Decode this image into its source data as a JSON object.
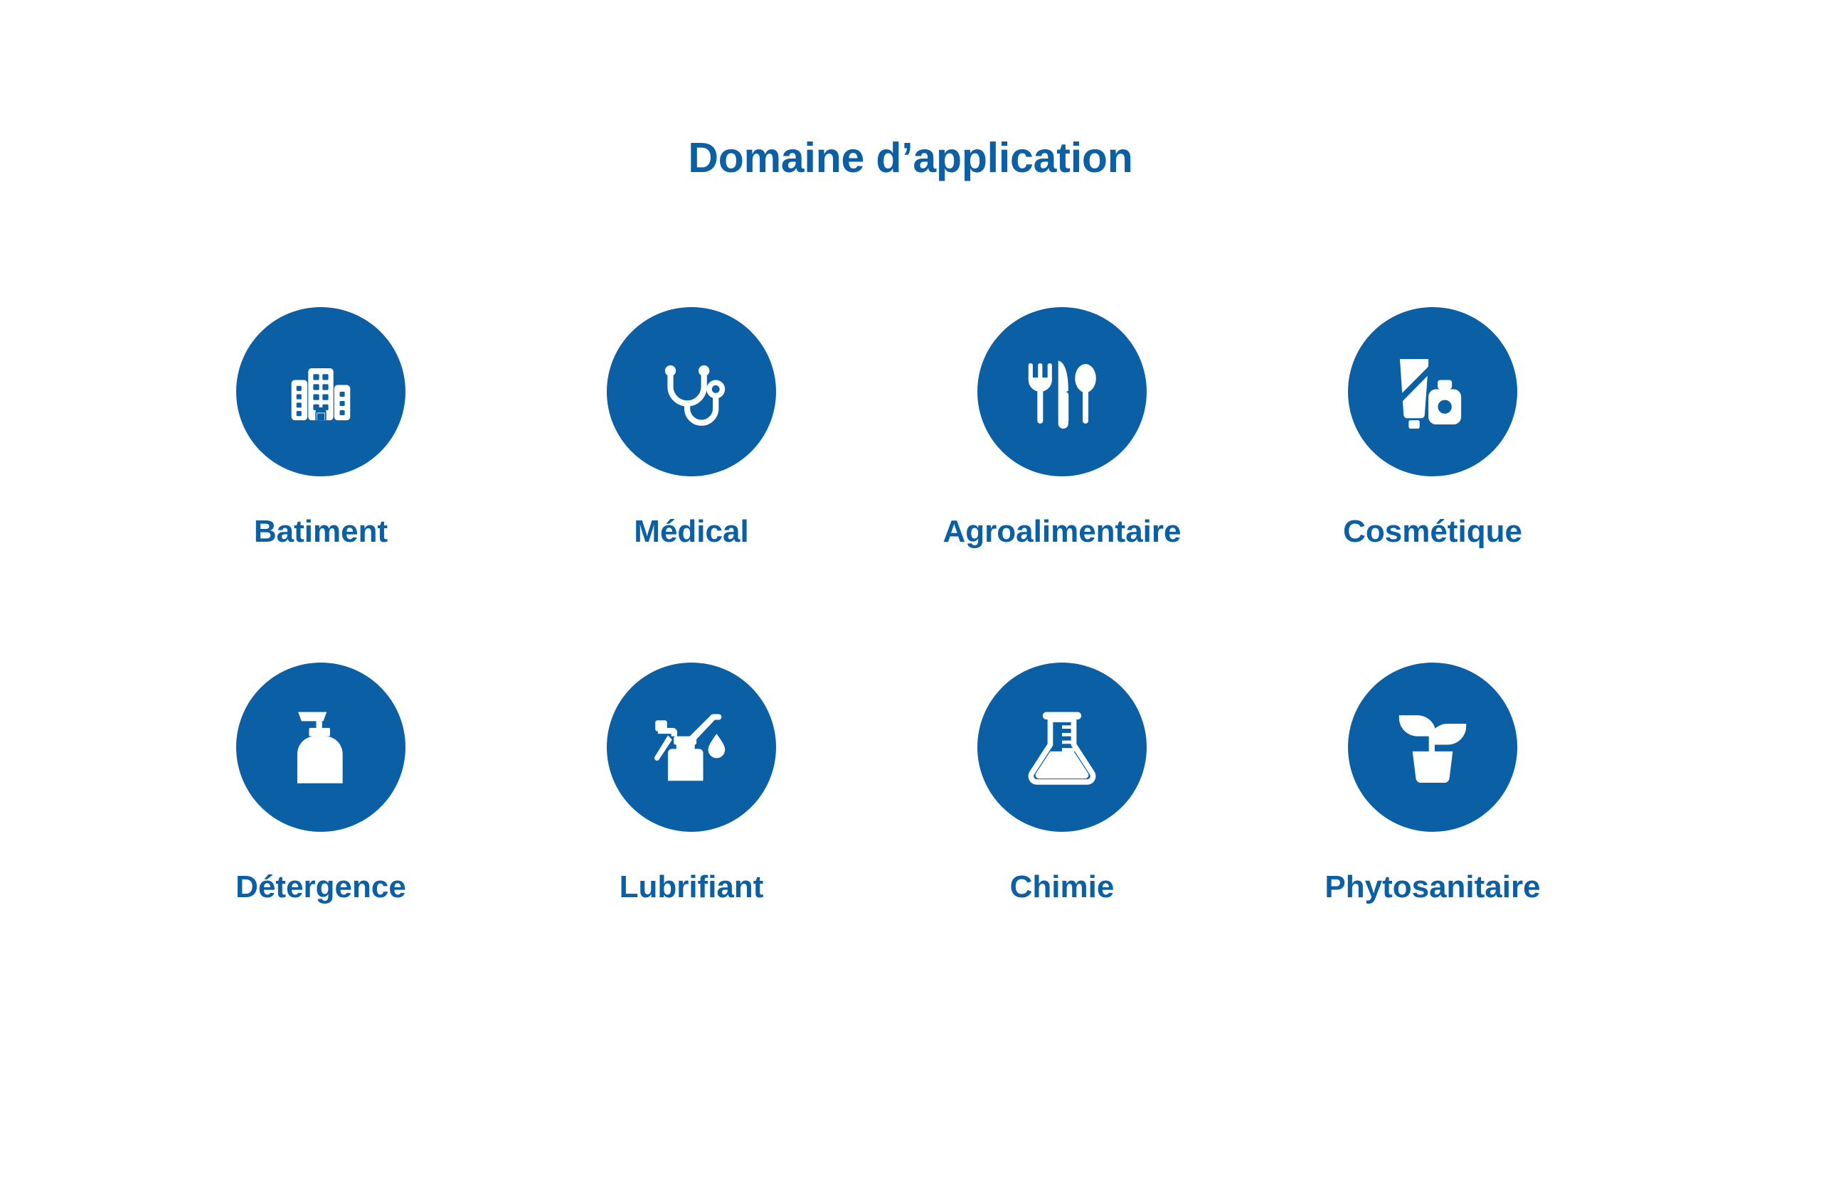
{
  "header": {
    "title": "Domaine d’application"
  },
  "theme": {
    "brand_blue": "#0B5FA5",
    "background": "#FFFFFF",
    "icon_color": "#FFFFFF"
  },
  "grid": {
    "columns": 4,
    "rows": 2,
    "items": [
      {
        "label": "Batiment",
        "icon": "buildings-icon"
      },
      {
        "label": "Médical",
        "icon": "stethoscope-icon"
      },
      {
        "label": "Agroalimentaire",
        "icon": "cutlery-icon"
      },
      {
        "label": "Cosmétique",
        "icon": "cream-tube-bottle-icon"
      },
      {
        "label": "Détergence",
        "icon": "soap-dispenser-icon"
      },
      {
        "label": "Lubrifiant",
        "icon": "oil-can-icon"
      },
      {
        "label": "Chimie",
        "icon": "erlenmeyer-flask-icon"
      },
      {
        "label": "Phytosanitaire",
        "icon": "potted-plant-icon"
      }
    ]
  }
}
